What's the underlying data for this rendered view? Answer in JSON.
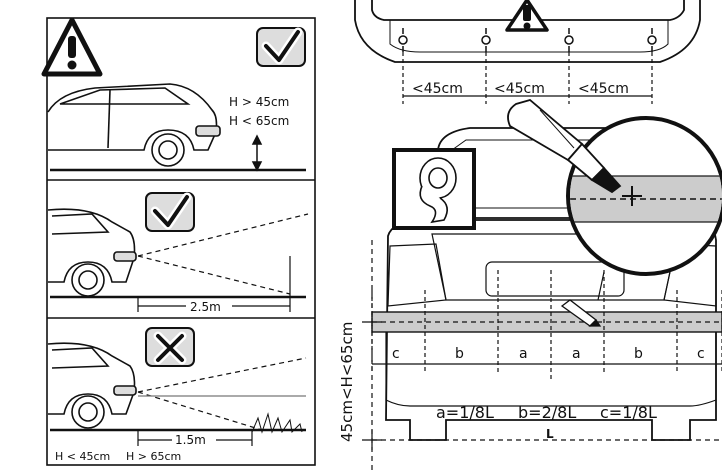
{
  "left_panels": {
    "panel1": {
      "h_min": "H > 45cm",
      "h_max": "H < 65cm",
      "verdict": "ok"
    },
    "panel2": {
      "distance": "2.5m",
      "verdict": "ok"
    },
    "panel3": {
      "distance": "1.5m",
      "h_low": "H < 45cm",
      "h_high": "H > 65cm",
      "verdict": "wrong"
    }
  },
  "top_right": {
    "spacing_labels": [
      "<45cm",
      "<45cm",
      "<45cm"
    ]
  },
  "bottom_right": {
    "height_range": "45cm<H<65cm",
    "segments": [
      "c",
      "b",
      "a",
      "a",
      "b",
      "c"
    ],
    "formula_a": "a=1/8L",
    "formula_b": "b=2/8L",
    "formula_c": "c=1/8L",
    "total": "L"
  },
  "colors": {
    "line": "#111111",
    "tape": "#cccccc",
    "check_bg": "#dddddd"
  },
  "icons": [
    "warning-icon",
    "check-icon",
    "cross-icon",
    "tape-roll-icon",
    "marker-pen-icon"
  ]
}
